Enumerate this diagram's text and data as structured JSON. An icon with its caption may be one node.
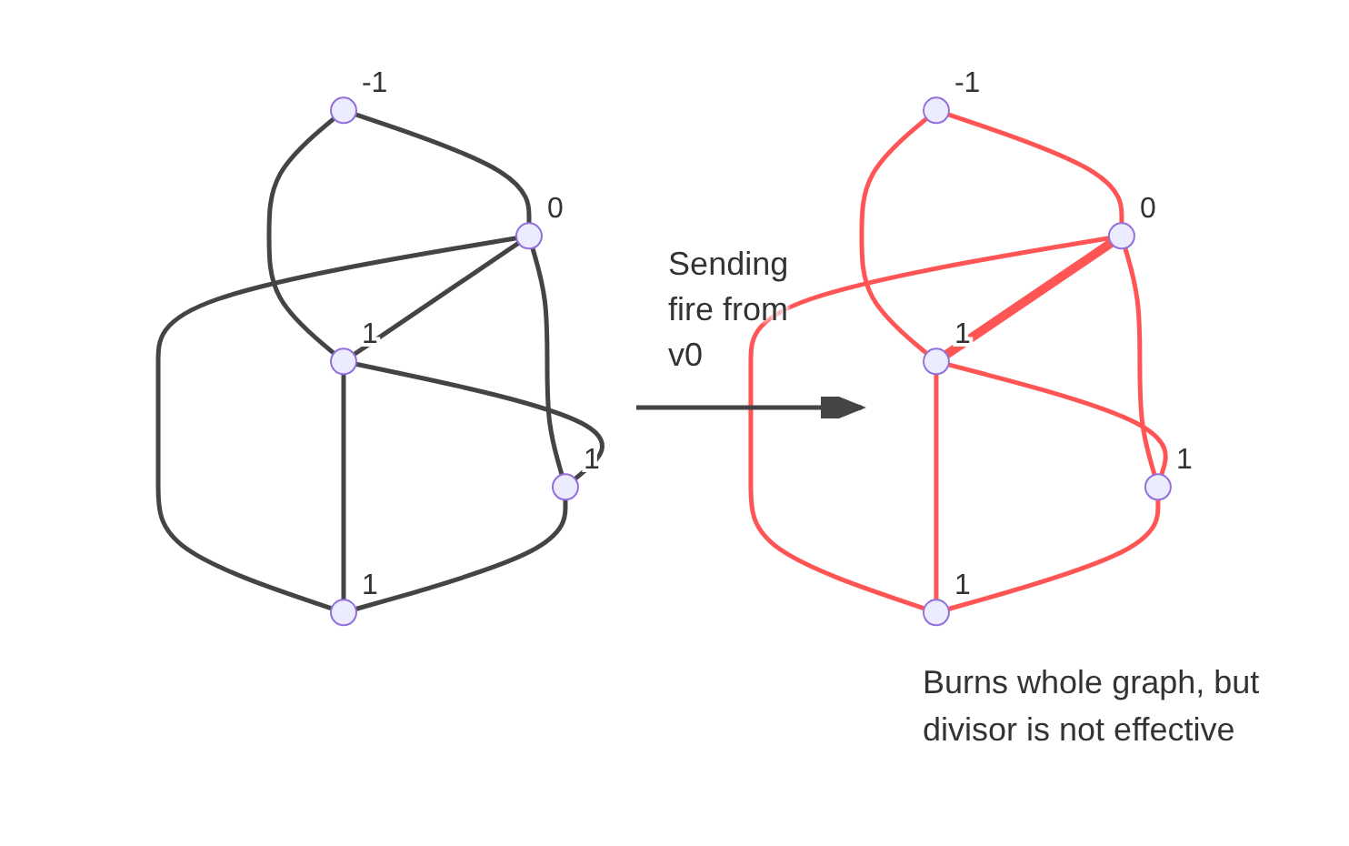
{
  "diagram": {
    "nodes": [
      {
        "text": [],
        "shape": "circle",
        "beside": [
          "-1"
        ]
      },
      {
        "text": [],
        "shape": "circle",
        "beside": [
          "0"
        ]
      },
      {
        "text": [],
        "shape": "circle",
        "beside": [
          "1"
        ]
      },
      {
        "text": [],
        "shape": "circle",
        "beside": [
          "1"
        ]
      },
      {
        "text": [],
        "shape": "circle",
        "beside": [
          "1"
        ]
      },
      {
        "text": [],
        "shape": "circle",
        "beside": [
          "-1"
        ]
      },
      {
        "text": [],
        "shape": "circle",
        "beside": [
          "0"
        ]
      },
      {
        "text": [],
        "shape": "circle",
        "beside": [
          "1"
        ]
      },
      {
        "text": [],
        "shape": "circle",
        "beside": [
          "1"
        ]
      },
      {
        "text": [],
        "shape": "circle",
        "beside": [
          "1"
        ]
      }
    ],
    "edges": [
      {
        "from": 0,
        "to": 1,
        "arrow": "none"
      },
      {
        "from": 0,
        "to": 2,
        "arrow": "none"
      },
      {
        "from": 1,
        "to": 2,
        "arrow": "none"
      },
      {
        "from": 1,
        "to": 3,
        "arrow": "none"
      },
      {
        "from": 1,
        "to": 4,
        "arrow": "none"
      },
      {
        "from": 2,
        "to": 3,
        "arrow": "none"
      },
      {
        "from": 2,
        "to": 4,
        "arrow": "none"
      },
      {
        "from": 3,
        "to": 4,
        "arrow": "none"
      },
      {
        "from": 5,
        "to": 6,
        "arrow": "none",
        "color": "#ff5555"
      },
      {
        "from": 5,
        "to": 7,
        "arrow": "none",
        "color": "#ff5555"
      },
      {
        "from": 6,
        "to": 7,
        "arrow": "none",
        "color": "#ff5555",
        "style": "thick"
      },
      {
        "from": 6,
        "to": 8,
        "arrow": "none",
        "color": "#ff5555"
      },
      {
        "from": 6,
        "to": 9,
        "arrow": "none",
        "color": "#ff5555"
      },
      {
        "from": 7,
        "to": 8,
        "arrow": "none",
        "color": "#ff5555"
      },
      {
        "from": 7,
        "to": 9,
        "arrow": "none",
        "color": "#ff5555"
      },
      {
        "from": 8,
        "to": 9,
        "arrow": "none",
        "color": "#ff5555"
      }
    ],
    "labels": [
      "Sending fire from v0",
      "Burns whole graph, but divisor is not effective"
    ]
  }
}
